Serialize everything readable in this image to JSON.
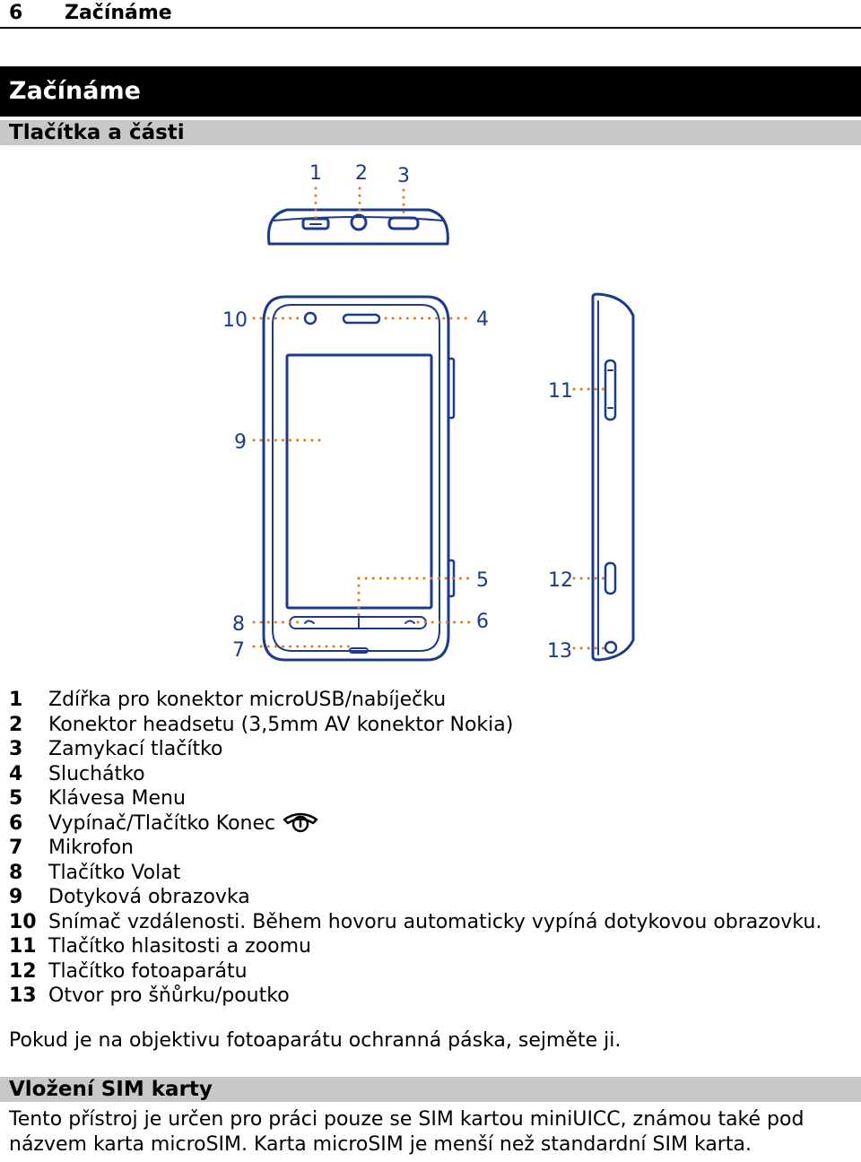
{
  "running_head": {
    "page_number": "6",
    "title": "Začínáme"
  },
  "chapter": {
    "title": "Začínáme"
  },
  "section1": {
    "title": "Tlačítka a části"
  },
  "figure": {
    "callouts": [
      "1",
      "2",
      "3",
      "4",
      "5",
      "6",
      "7",
      "8",
      "9",
      "10",
      "11",
      "12",
      "13"
    ],
    "callout_color": "#e07b1f",
    "device_color": "#1a3a8c"
  },
  "parts": [
    {
      "num": "1",
      "text": "Zdířka pro konektor microUSB/nabíječku"
    },
    {
      "num": "2",
      "text": "Konektor headsetu (3,5mm AV konektor Nokia)"
    },
    {
      "num": "3",
      "text": "Zamykací tlačítko"
    },
    {
      "num": "4",
      "text": "Sluchátko"
    },
    {
      "num": "5",
      "text": "Klávesa Menu"
    },
    {
      "num": "6",
      "text": "Vypínač/Tlačítko Konec",
      "icon": "power-icon"
    },
    {
      "num": "7",
      "text": "Mikrofon"
    },
    {
      "num": "8",
      "text": "Tlačítko Volat"
    },
    {
      "num": "9",
      "text": "Dotyková obrazovka"
    },
    {
      "num": "10",
      "text": "Snímač vzdálenosti. Během hovoru automaticky vypíná dotykovou obrazovku."
    },
    {
      "num": "11",
      "text": "Tlačítko hlasitosti a zoomu"
    },
    {
      "num": "12",
      "text": "Tlačítko fotoaparátu"
    },
    {
      "num": "13",
      "text": "Otvor pro šňůrku/poutko"
    }
  ],
  "note": "Pokud je na objektivu fotoaparátu ochranná páska, sejměte ji.",
  "section2": {
    "title": "Vložení SIM karty",
    "body": "Tento přístroj je určen pro práci pouze se SIM kartou miniUICC, známou také pod názvem karta microSIM. Karta microSIM je menší než standardní SIM karta."
  }
}
